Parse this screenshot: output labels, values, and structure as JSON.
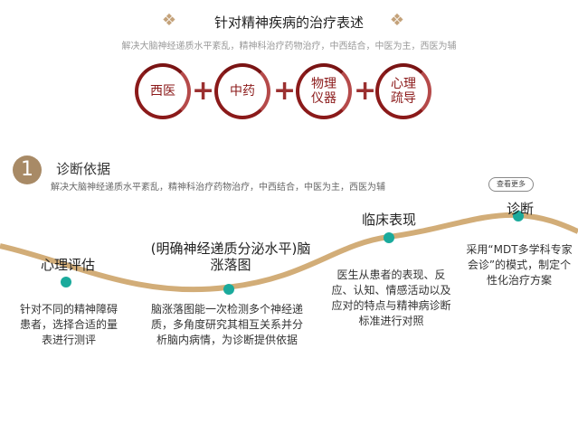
{
  "header": {
    "title": "针对精神疾病的治疗表述",
    "subtitle": "解决大脑神经递质水平紊乱，精神科治疗药物治疗，中西结合，中医为主，西医为辅"
  },
  "treatments": [
    {
      "line1": "西医",
      "line2": ""
    },
    {
      "line1": "中药",
      "line2": ""
    },
    {
      "line1": "物理",
      "line2": "仪器"
    },
    {
      "line1": "心理",
      "line2": "疏导"
    }
  ],
  "plus": "+",
  "section": {
    "number": "1",
    "title": "诊断依据",
    "subtitle": "解决大脑神经递质水平紊乱，精神科治疗药物治疗，中西结合，中医为主，西医为辅",
    "more_label": "查看更多"
  },
  "steps": [
    {
      "label": "心理评估",
      "desc": "针对不同的精神障碍患者，选择合适的量表进行测评"
    },
    {
      "label": "(明确神经递质分泌水平)脑涨落图",
      "desc": "脑涨落图能一次检测多个神经递质，多角度研究其相互关系并分析脑内病情，为诊断提供依据"
    },
    {
      "label": "临床表现",
      "desc": "医生从患者的表现、反应、认知、情感活动以及应对的特点与精神病诊断标准进行对照"
    },
    {
      "label": "诊断",
      "desc": "采用“MDT多学科专家会诊”的模式，制定个性化治疗方案"
    }
  ],
  "colors": {
    "accent": "#8b1a1a",
    "curve": "#d2ad78",
    "dot": "#1aaa9c"
  }
}
